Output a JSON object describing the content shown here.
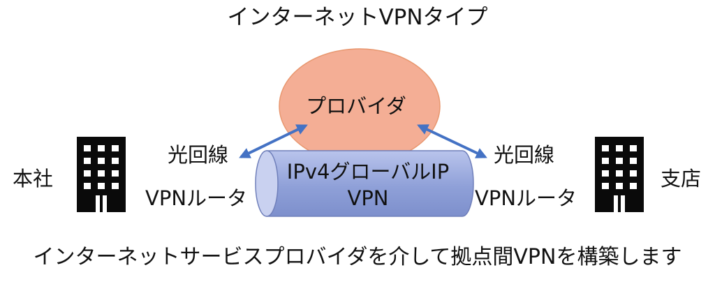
{
  "title": "インターネットVPNタイプ",
  "provider": {
    "label": "プロバイダ"
  },
  "tunnel": {
    "line1": "IPv4グローバルIP",
    "line2": "VPN"
  },
  "left_site": {
    "name": "本社",
    "line_label": "光回線",
    "router_label": "VPNルータ",
    "icon": "office-building-icon"
  },
  "right_site": {
    "name": "支店",
    "line_label": "光回線",
    "router_label": "VPNルータ",
    "icon": "office-building-icon"
  },
  "caption": "インターネットサービスプロバイダを介して拠点間VPNを構築します",
  "colors": {
    "provider_fill": "#f4ae95",
    "provider_stroke": "#e8976f",
    "tube_fill": "#8fa0d8",
    "tube_stroke": "#6f7fba",
    "arrow": "#4472c4",
    "building": "#0a0a0a"
  }
}
